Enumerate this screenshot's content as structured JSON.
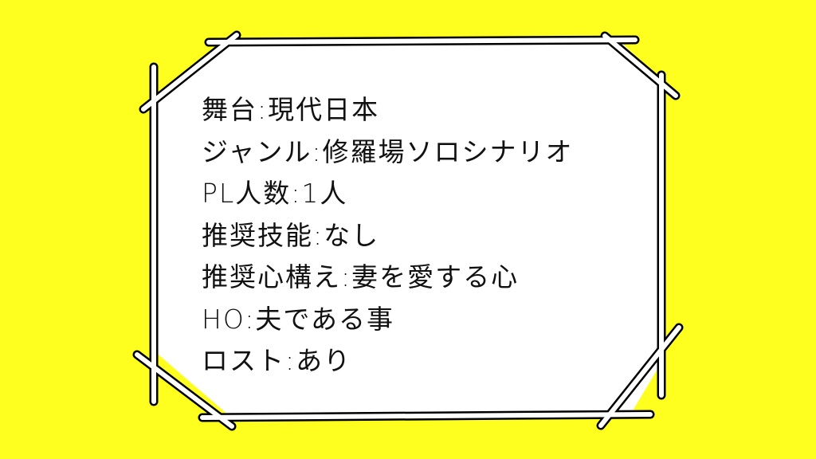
{
  "colors": {
    "background": "#ffff1f",
    "panel": "#ffffff",
    "outline": "#000000",
    "text": "#111111"
  },
  "card": {
    "lines": [
      {
        "label": "舞台",
        "separator": ":",
        "value": "現代日本"
      },
      {
        "label": "ジャンル",
        "separator": ":",
        "value": "修羅場ソロシナリオ"
      },
      {
        "label": "PL人数",
        "separator": ":",
        "value": "1人"
      },
      {
        "label": "推奨技能",
        "separator": ":",
        "value": "なし"
      },
      {
        "label": "推奨心構え",
        "separator": ":",
        "value": "妻を愛する心"
      },
      {
        "label": "HO",
        "separator": ":",
        "value": "夫である事"
      },
      {
        "label": "ロスト",
        "separator": ":",
        "value": "あり"
      }
    ]
  }
}
